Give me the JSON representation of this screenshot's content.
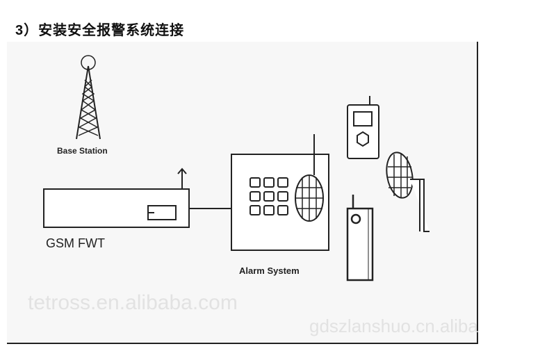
{
  "title": "3）安装安全报警系统连接",
  "labels": {
    "base_station": "Base Station",
    "gsm_fwt": "GSM FWT",
    "alarm_system": "Alarm System"
  },
  "watermarks": [
    "tetross.en.alibaba.com",
    "gdszlanshuo.cn.aliba"
  ]
}
